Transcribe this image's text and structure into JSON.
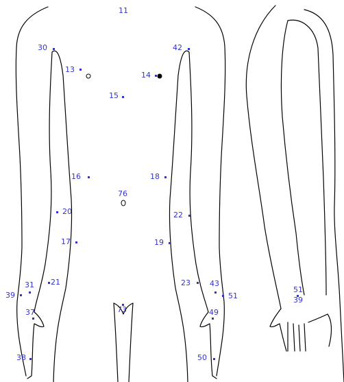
{
  "colors": {
    "outline": "#000000",
    "marker": "#3333cc",
    "label": "#3333cc",
    "background": "#ffffff"
  },
  "points": [
    {
      "id": "11",
      "label": "11",
      "dot": false
    },
    {
      "id": "30",
      "label": "30",
      "dot": true
    },
    {
      "id": "42",
      "label": "42",
      "dot": true
    },
    {
      "id": "13",
      "label": "13",
      "dot": true,
      "ring": true
    },
    {
      "id": "14",
      "label": "14",
      "dot": true,
      "ring": true,
      "filled": true
    },
    {
      "id": "15",
      "label": "15",
      "dot": true
    },
    {
      "id": "16",
      "label": "16",
      "dot": true
    },
    {
      "id": "18",
      "label": "18",
      "dot": true
    },
    {
      "id": "76",
      "label": "76",
      "dot": true,
      "ring": true
    },
    {
      "id": "20",
      "label": "20",
      "dot": true
    },
    {
      "id": "22",
      "label": "22",
      "dot": true
    },
    {
      "id": "17",
      "label": "17",
      "dot": true
    },
    {
      "id": "19",
      "label": "19",
      "dot": true
    },
    {
      "id": "31",
      "label": "31",
      "dot": true
    },
    {
      "id": "39-left",
      "label": "39",
      "dot": true
    },
    {
      "id": "21",
      "label": "21",
      "dot": true
    },
    {
      "id": "23",
      "label": "23",
      "dot": true
    },
    {
      "id": "43",
      "label": "43",
      "dot": true
    },
    {
      "id": "51-front",
      "label": "51",
      "dot": true
    },
    {
      "id": "37",
      "label": "37",
      "dot": true
    },
    {
      "id": "73",
      "label": "73",
      "dot": true
    },
    {
      "id": "49",
      "label": "49",
      "dot": true
    },
    {
      "id": "38",
      "label": "38",
      "dot": true
    },
    {
      "id": "50",
      "label": "50",
      "dot": true
    },
    {
      "id": "51-side",
      "label": "51",
      "dot": false
    },
    {
      "id": "39-side",
      "label": "39",
      "dot": true
    }
  ]
}
